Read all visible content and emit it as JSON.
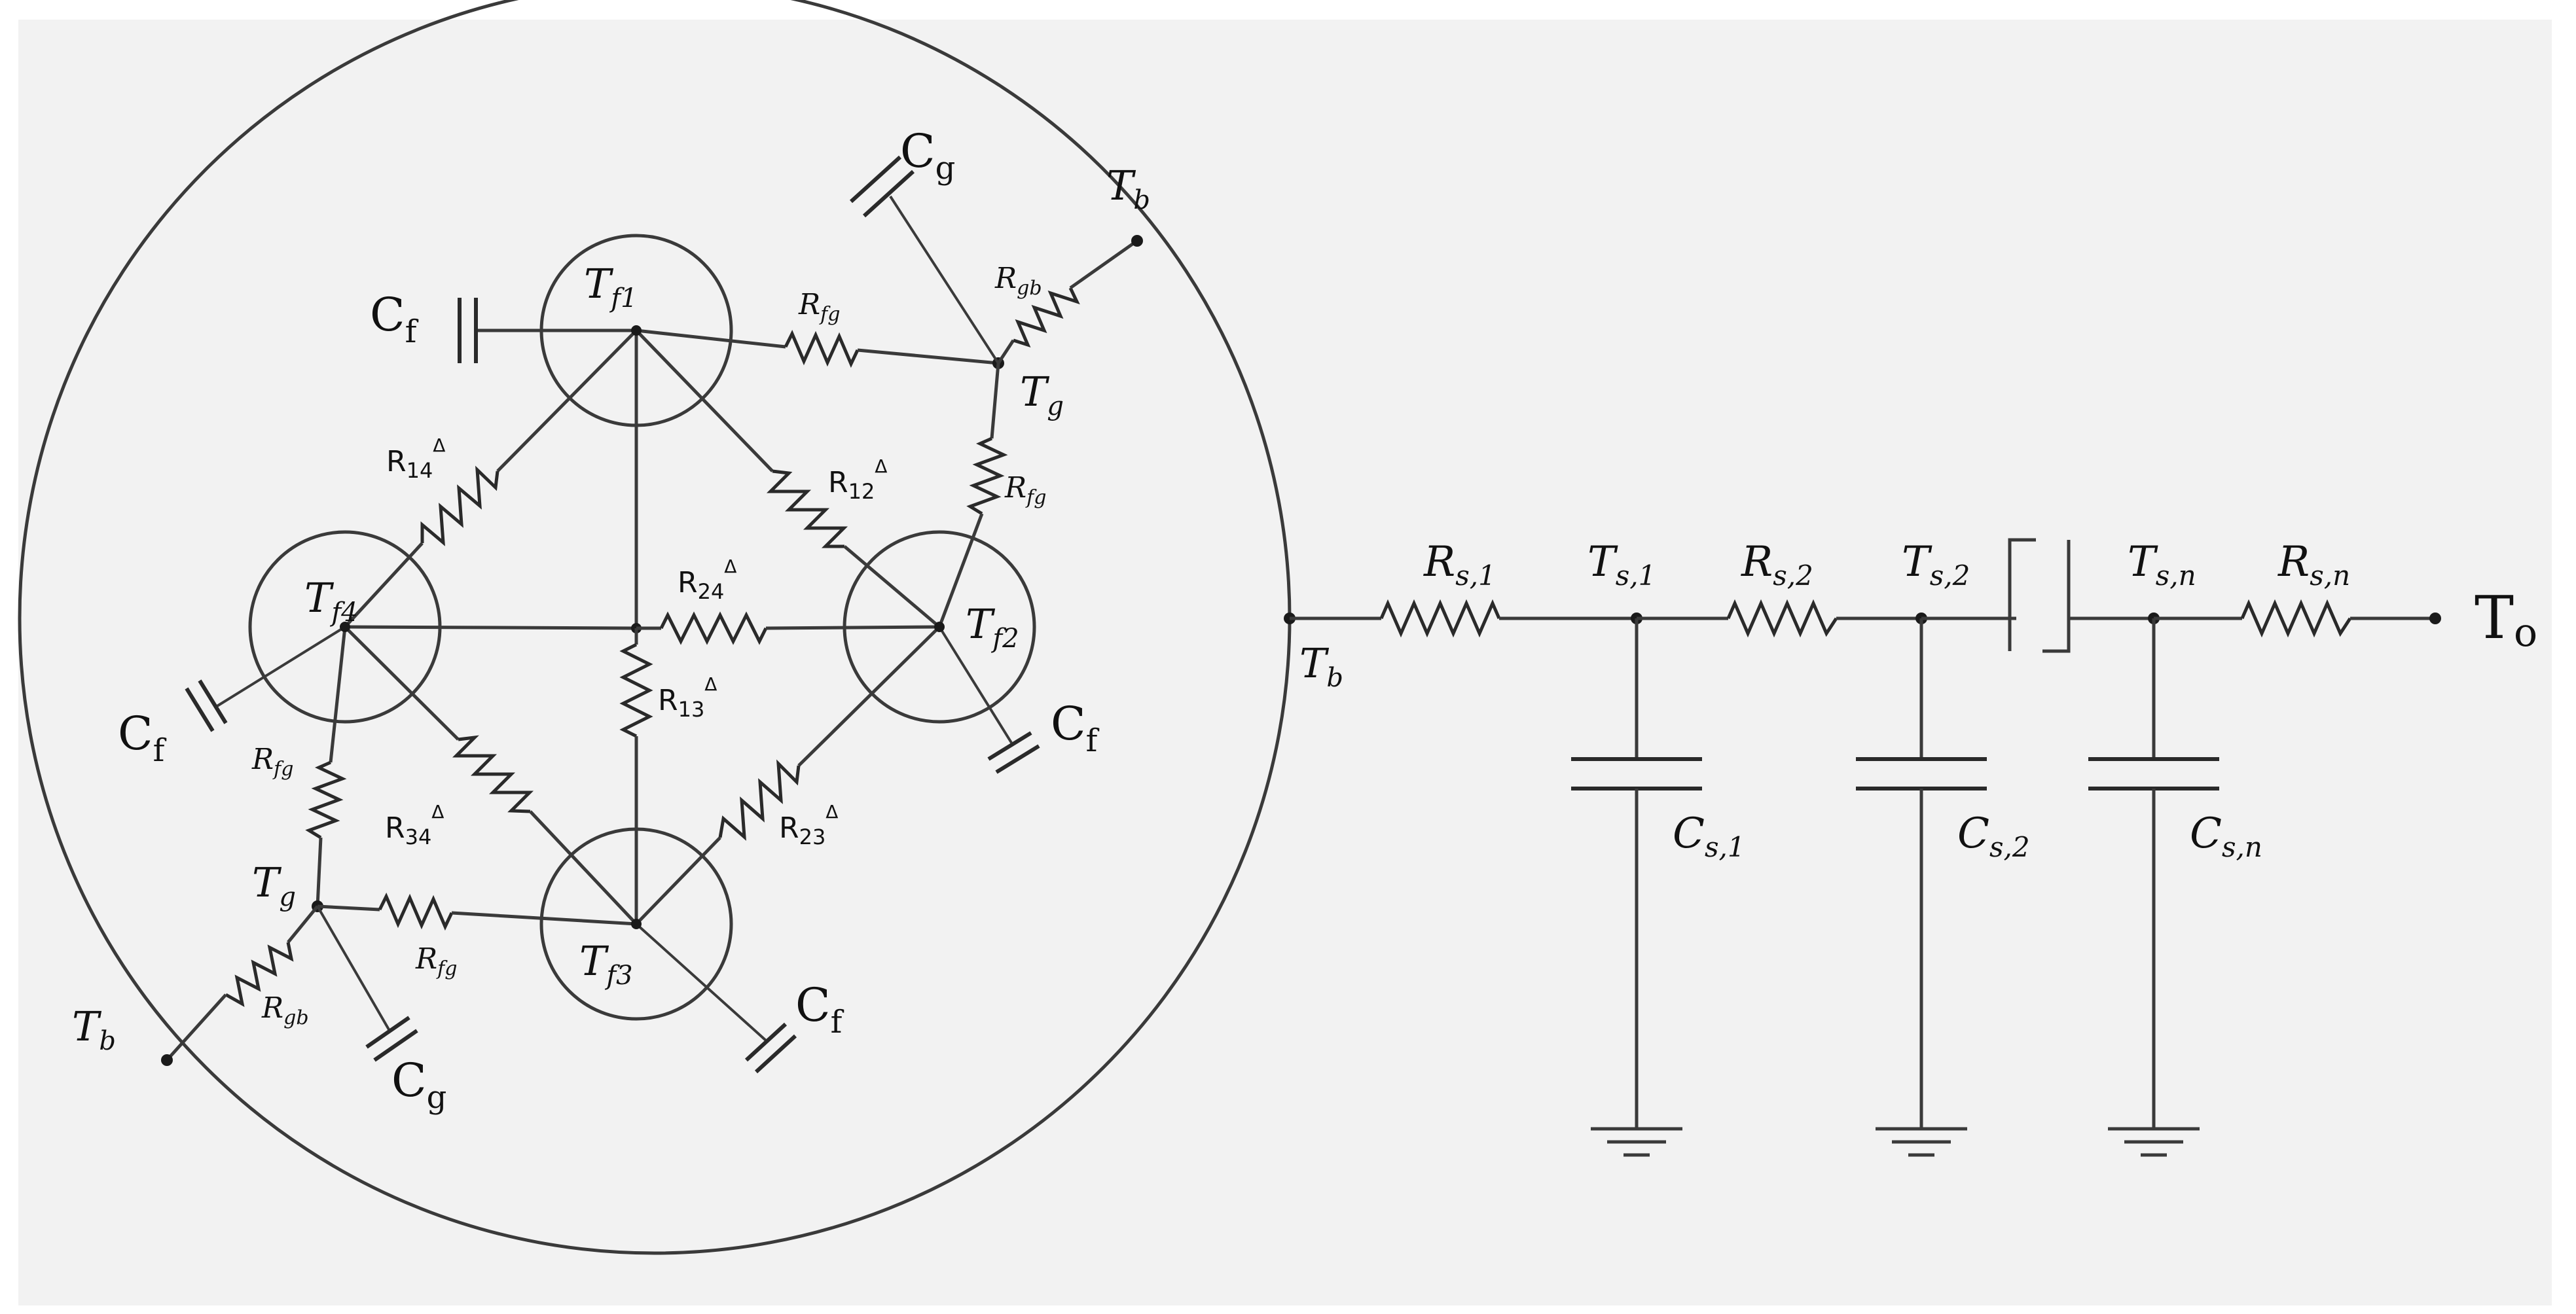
{
  "labels": {
    "tf1": "T",
    "tf1_sub": "f1",
    "tf2": "T",
    "tf2_sub": "f2",
    "tf3": "T",
    "tf3_sub": "f3",
    "tf4": "T",
    "tf4_sub": "f4",
    "tb": "T",
    "tb_sub": "b",
    "tg": "T",
    "tg_sub": "g",
    "cf": "C",
    "cf_sub": "f",
    "cg": "C",
    "cg_sub": "g",
    "rfg": "R",
    "rfg_sub": "fg",
    "rgb": "R",
    "rgb_sub": "gb",
    "r14": "R",
    "r14_sub": "14",
    "r12": "R",
    "r12_sub": "12",
    "r24": "R",
    "r24_sub": "24",
    "r13": "R",
    "r13_sub": "13",
    "r34": "R",
    "r34_sub": "34",
    "r23": "R",
    "r23_sub": "23",
    "delta": "Δ",
    "rs1": "R",
    "rs1_sub": "s,1",
    "rs2": "R",
    "rs2_sub": "s,2",
    "rsn": "R",
    "rsn_sub": "s,n",
    "ts1": "T",
    "ts1_sub": "s,1",
    "ts2": "T",
    "ts2_sub": "s,2",
    "tsn": "T",
    "tsn_sub": "s,n",
    "cs1": "C",
    "cs1_sub": "s,1",
    "cs2": "C",
    "cs2_sub": "s,2",
    "csn": "C",
    "csn_sub": "s,n",
    "to": "T",
    "to_sub": "o"
  }
}
